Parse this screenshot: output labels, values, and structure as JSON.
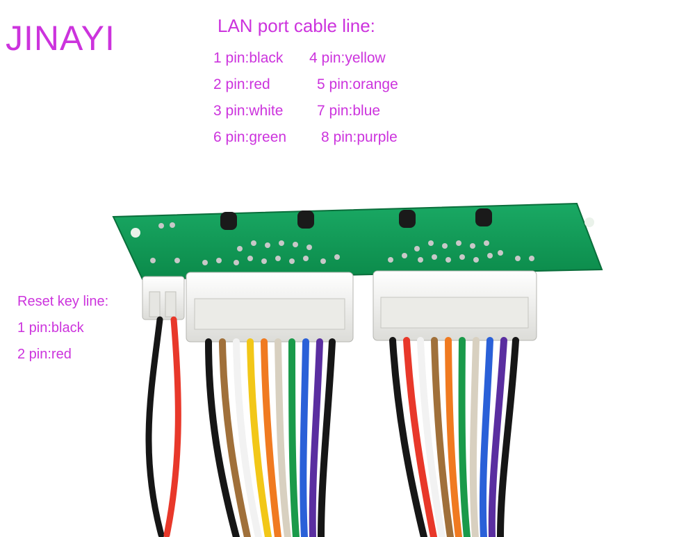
{
  "brand": "JINAYI",
  "lan": {
    "title": "LAN port cable line:",
    "pins": [
      "1 pin:black",
      "4 pin:yellow",
      "2 pin:red",
      "5 pin:orange",
      "3 pin:white",
      "7 pin:blue",
      "6 pin:green",
      "8 pin:purple"
    ]
  },
  "reset": {
    "title": "Reset key line:",
    "pins": [
      "1 pin:black",
      "2 pin:red"
    ]
  },
  "colors": {
    "text": "#cc33dd",
    "board": "#0f9a55",
    "connector": "#f2f2ef"
  }
}
